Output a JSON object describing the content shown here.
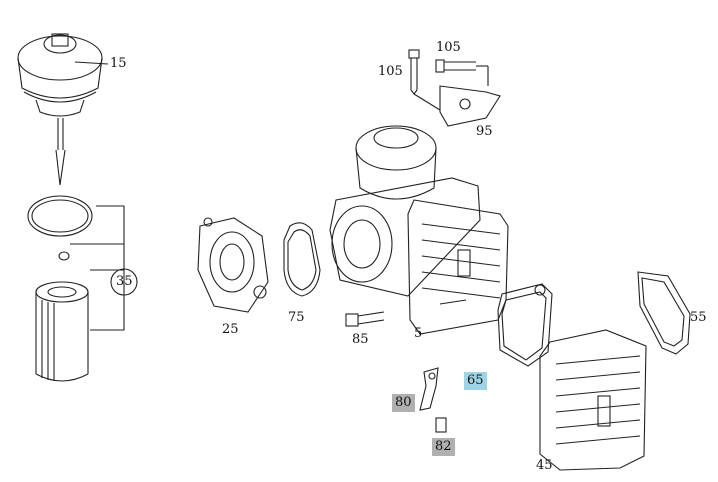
{
  "callouts": {
    "p15": "15",
    "p35": "35",
    "p105a": "105",
    "p105b": "105",
    "p95": "95",
    "p25": "25",
    "p75": "75",
    "p85": "85",
    "p5": "5",
    "p55": "55",
    "p65": "65",
    "p80": "80",
    "p82": "82",
    "p45": "45"
  },
  "highlight_colors": {
    "selected": "#9fd4e6",
    "gray": "#b0b0b0"
  }
}
